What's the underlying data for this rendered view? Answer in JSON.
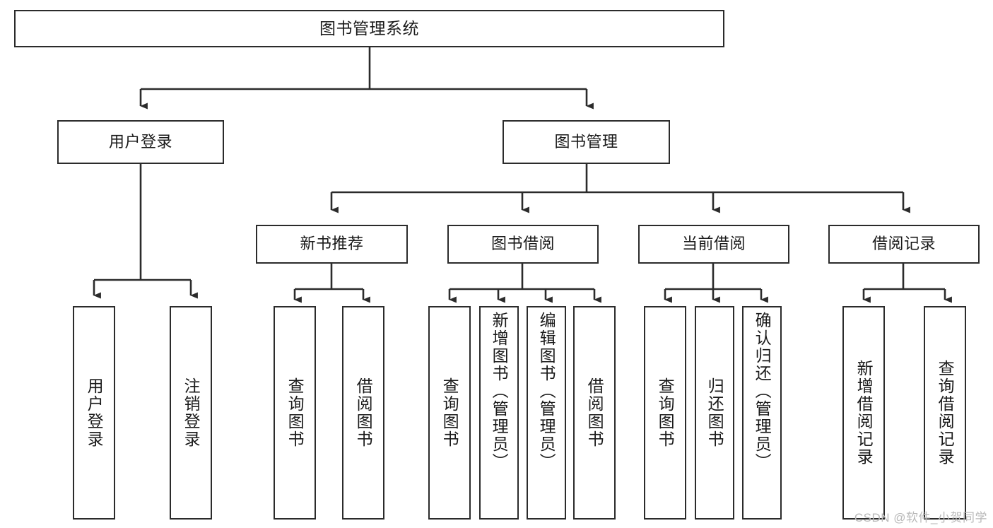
{
  "diagram": {
    "title": "图书管理系统",
    "watermark": "CSDN @软件_小贺同学",
    "line_color": "#2b2b2b",
    "box_fill": "#ffffff",
    "text_color": "#1a1a1a",
    "watermark_color": "#b9b9b9"
  },
  "nodes": {
    "root": {
      "label": "图书管理系统"
    },
    "level2": [
      {
        "id": "user-login",
        "label": "用户登录"
      },
      {
        "id": "book-management",
        "label": "图书管理"
      }
    ],
    "level3": [
      {
        "id": "new-book-recommend",
        "label": "新书推荐"
      },
      {
        "id": "book-borrow",
        "label": "图书借阅"
      },
      {
        "id": "current-borrow",
        "label": "当前借阅"
      },
      {
        "id": "borrow-record",
        "label": "借阅记录"
      }
    ],
    "leaves": {
      "user_login": [
        {
          "id": "leaf-user-login",
          "label": "用户登录"
        },
        {
          "id": "leaf-logout-login",
          "label": "注销登录"
        }
      ],
      "new_book_recommend": [
        {
          "id": "leaf-query-book-1",
          "label": "查询图书"
        },
        {
          "id": "leaf-borrow-book-1",
          "label": "借阅图书"
        }
      ],
      "book_borrow": [
        {
          "id": "leaf-query-book-2",
          "label": "查询图书"
        },
        {
          "id": "leaf-add-book",
          "label": "新增图书（管理员）"
        },
        {
          "id": "leaf-edit-book",
          "label": "编辑图书（管理员）"
        },
        {
          "id": "leaf-borrow-book-2",
          "label": "借阅图书"
        }
      ],
      "current_borrow": [
        {
          "id": "leaf-query-book-3",
          "label": "查询图书"
        },
        {
          "id": "leaf-return-book",
          "label": "归还图书"
        },
        {
          "id": "leaf-confirm-return",
          "label": "确认归还（管理员）"
        }
      ],
      "borrow_record": [
        {
          "id": "leaf-add-borrow-record",
          "label": "新增借阅记录"
        },
        {
          "id": "leaf-query-borrow-record",
          "label": "查询借阅记录"
        }
      ]
    }
  }
}
